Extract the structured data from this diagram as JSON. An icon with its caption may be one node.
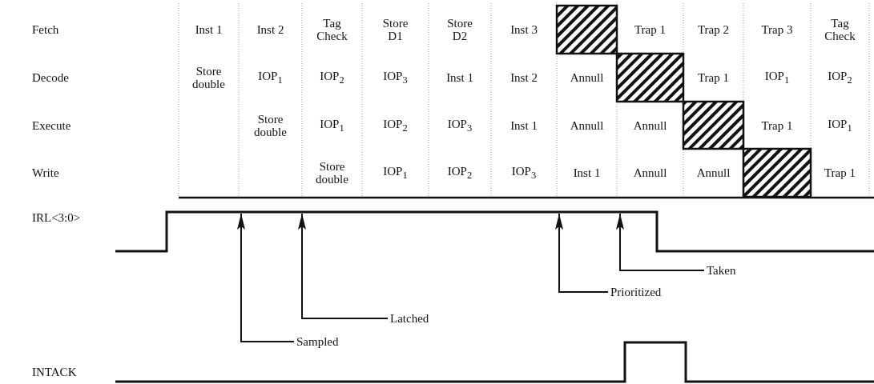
{
  "diagram": {
    "nodes": [
      {
        "text": [
          "Sampled"
        ]
      },
      {
        "text": [
          "Latched"
        ]
      },
      {
        "text": [
          "Prioritized"
        ]
      },
      {
        "text": [
          "Taken"
        ]
      }
    ],
    "edges": [
      {
        "from": 0,
        "to": null,
        "arrow": "to"
      },
      {
        "from": 1,
        "to": null,
        "arrow": "to"
      },
      {
        "from": 2,
        "to": null,
        "arrow": "to"
      },
      {
        "from": 3,
        "to": null,
        "arrow": "to"
      }
    ],
    "labels": [
      "Fetch",
      "Inst 1",
      "Inst 2",
      "Tag Check",
      "Store D1",
      "Store D2",
      "Inst 3",
      "Trap 1",
      "Trap 2",
      "Trap 3",
      "Tag Check",
      "Decode",
      "Store double",
      "IOP$_{1}$",
      "IOP$_{2}$",
      "IOP$_{3}$",
      "Inst 1",
      "Inst 2",
      "Annull",
      "Trap 1",
      "IOP$_{1}$",
      "IOP$_{2}$",
      "Execute",
      "Store double",
      "IOP$_{1}$",
      "IOP$_{2}$",
      "IOP$_{3}$",
      "Inst 1",
      "Annull",
      "Annull",
      "Trap 1",
      "IOP$_{1}$",
      "Write",
      "Store double",
      "IOP$_{1}$",
      "IOP$_{2}$",
      "IOP$_{3}$",
      "Inst 1",
      "Annull",
      "Annull",
      "Trap 1",
      "IRL<3:0>",
      "INTACK"
    ]
  }
}
